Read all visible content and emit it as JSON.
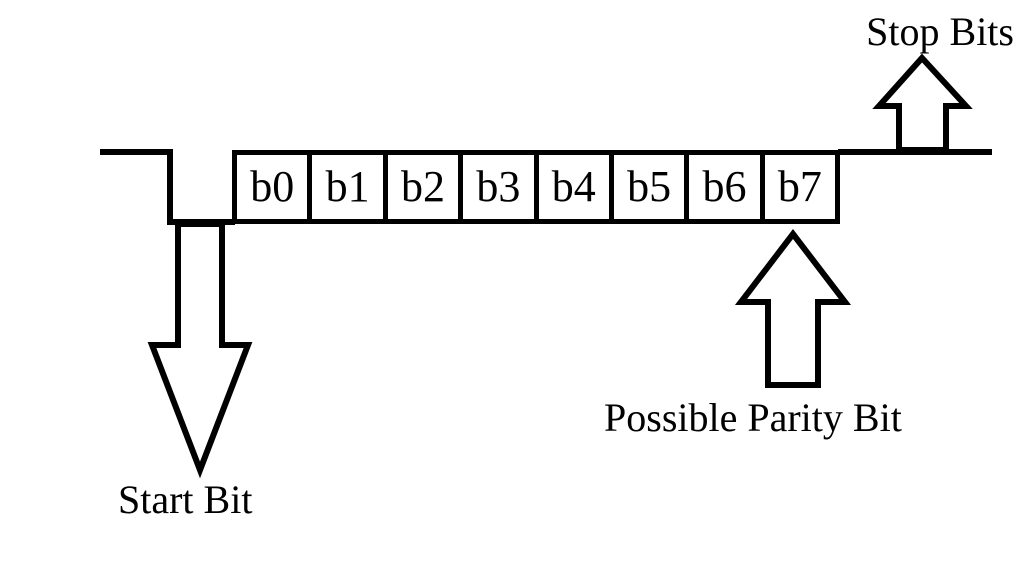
{
  "diagram": {
    "name": "serial-frame-format",
    "bits": [
      "b0",
      "b1",
      "b2",
      "b3",
      "b4",
      "b5",
      "b6",
      "b7"
    ],
    "labels": {
      "start_bit": "Start Bit",
      "parity": "Possible Parity Bit",
      "stop_bits": "Stop Bits"
    },
    "colors": {
      "line": "#000000",
      "background": "#ffffff"
    }
  }
}
